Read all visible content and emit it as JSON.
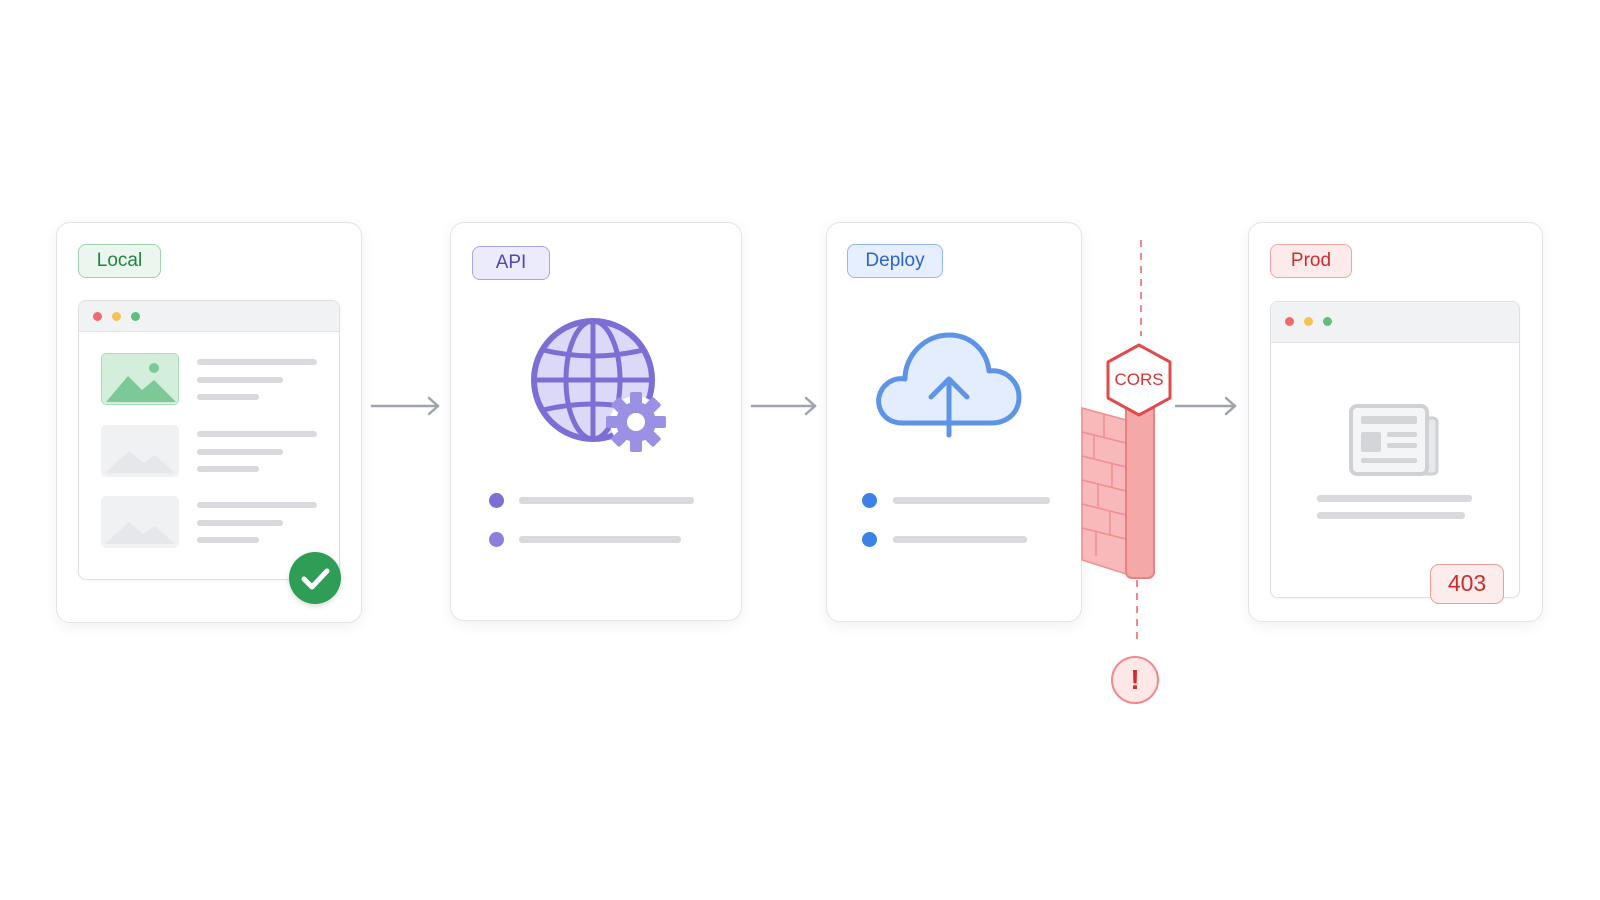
{
  "stages": [
    {
      "label": "Local",
      "status": "success",
      "accent": "#2e9e57"
    },
    {
      "label": "API",
      "accent": "#7b6fd6"
    },
    {
      "label": "Deploy",
      "accent": "#3b82e6"
    },
    {
      "label": "Prod",
      "status": "error",
      "accent": "#d93a3a",
      "error_code": "403"
    }
  ],
  "barrier": {
    "label": "CORS",
    "alert_symbol": "!",
    "color": "#e05555"
  },
  "icons": {
    "local": [
      "image-icon",
      "checkmark-icon"
    ],
    "api": [
      "globe-icon",
      "gear-icon"
    ],
    "deploy": [
      "cloud-upload-icon"
    ],
    "prod": [
      "newspaper-icon"
    ],
    "barrier": [
      "brick-wall-icon",
      "hexagon-sign-icon",
      "alert-icon"
    ]
  }
}
